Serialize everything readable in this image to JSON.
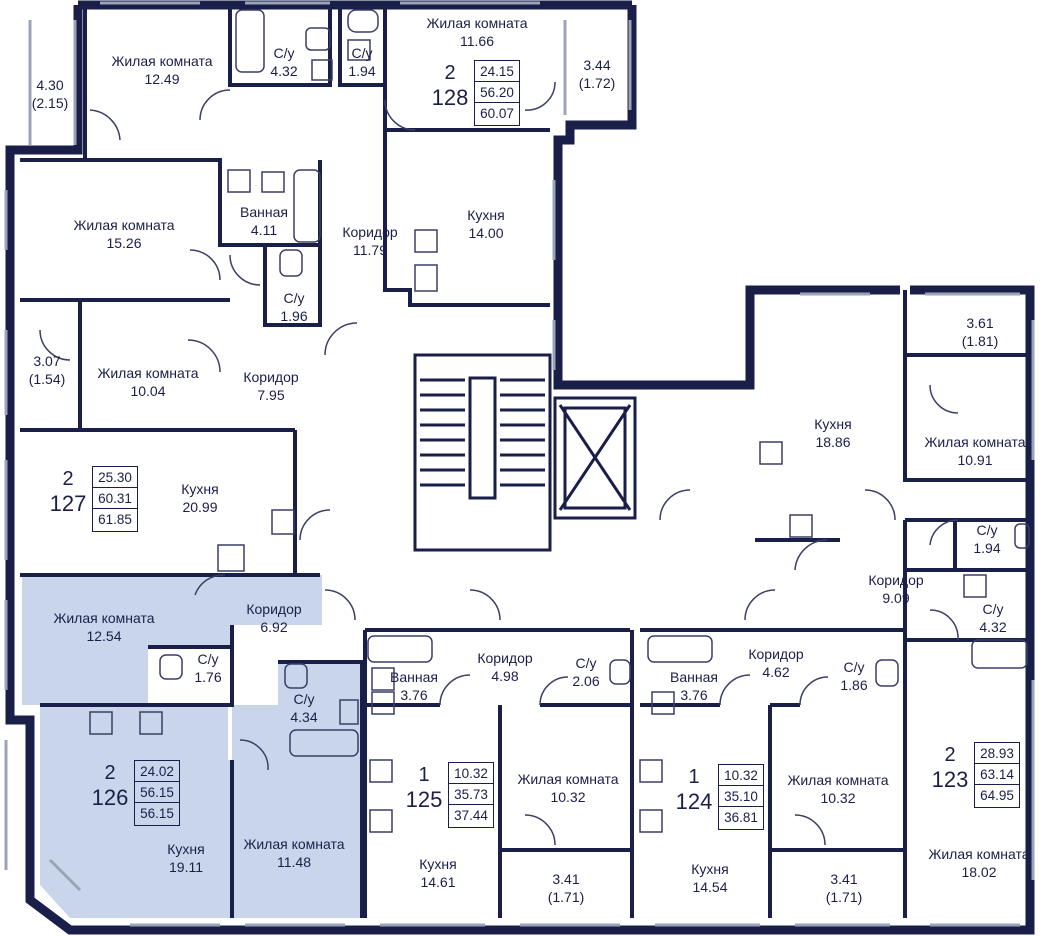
{
  "colors": {
    "wall": "#1a1f4a",
    "line": "#3a3f66",
    "highlight": "#c9d5ea",
    "window": "#9aa3b8"
  },
  "apartments": [
    {
      "id": "apt-128",
      "rooms": "2",
      "number": "128",
      "areas": [
        "24.15",
        "56.20",
        "60.07"
      ]
    },
    {
      "id": "apt-127",
      "rooms": "2",
      "number": "127",
      "areas": [
        "25.30",
        "60.31",
        "61.85"
      ]
    },
    {
      "id": "apt-126",
      "rooms": "2",
      "number": "126",
      "areas": [
        "24.02",
        "56.15",
        "56.15"
      ]
    },
    {
      "id": "apt-125",
      "rooms": "1",
      "number": "125",
      "areas": [
        "10.32",
        "35.73",
        "37.44"
      ]
    },
    {
      "id": "apt-124",
      "rooms": "1",
      "number": "124",
      "areas": [
        "10.32",
        "35.10",
        "36.81"
      ]
    },
    {
      "id": "apt-123",
      "rooms": "2",
      "number": "123",
      "areas": [
        "28.93",
        "63.14",
        "64.95"
      ]
    }
  ],
  "rooms": [
    {
      "name": "Жилая комната",
      "area": "12.49"
    },
    {
      "name": "С/у",
      "area": "4.32"
    },
    {
      "name": "С/у",
      "area": "1.94"
    },
    {
      "name": "Жилая комната",
      "area": "11.66"
    },
    {
      "name": "",
      "area": "4.30",
      "sub": "(2.15)"
    },
    {
      "name": "",
      "area": "3.44",
      "sub": "(1.72)"
    },
    {
      "name": "Жилая комната",
      "area": "15.26"
    },
    {
      "name": "Ванная",
      "area": "4.11"
    },
    {
      "name": "Коридор",
      "area": "11.79"
    },
    {
      "name": "Кухня",
      "area": "14.00"
    },
    {
      "name": "С/у",
      "area": "1.96"
    },
    {
      "name": "",
      "area": "3.07",
      "sub": "(1.54)"
    },
    {
      "name": "Жилая комната",
      "area": "10.04"
    },
    {
      "name": "Коридор",
      "area": "7.95"
    },
    {
      "name": "Кухня",
      "area": "20.99"
    },
    {
      "name": "Жилая комната",
      "area": "12.54"
    },
    {
      "name": "Коридор",
      "area": "6.92"
    },
    {
      "name": "С/у",
      "area": "1.76"
    },
    {
      "name": "С/у",
      "area": "4.34"
    },
    {
      "name": "Кухня",
      "area": "19.11"
    },
    {
      "name": "Жилая комната",
      "area": "11.48"
    },
    {
      "name": "Ванная",
      "area": "3.76"
    },
    {
      "name": "Коридор",
      "area": "4.98"
    },
    {
      "name": "С/у",
      "area": "2.06"
    },
    {
      "name": "Жилая комната",
      "area": "10.32"
    },
    {
      "name": "Кухня",
      "area": "14.61"
    },
    {
      "name": "",
      "area": "3.41",
      "sub": "(1.71)"
    },
    {
      "name": "Ванная",
      "area": "3.76"
    },
    {
      "name": "Коридор",
      "area": "4.62"
    },
    {
      "name": "С/у",
      "area": "1.86"
    },
    {
      "name": "Жилая комната",
      "area": "10.32"
    },
    {
      "name": "Кухня",
      "area": "14.54"
    },
    {
      "name": "",
      "area": "3.41",
      "sub": "(1.71)"
    },
    {
      "name": "Кухня",
      "area": "18.86"
    },
    {
      "name": "",
      "area": "3.61",
      "sub": "(1.81)"
    },
    {
      "name": "Жилая комната",
      "area": "10.91"
    },
    {
      "name": "С/у",
      "area": "1.94"
    },
    {
      "name": "Коридор",
      "area": "9.09"
    },
    {
      "name": "С/у",
      "area": "4.32"
    },
    {
      "name": "Жилая комната",
      "area": "18.02"
    }
  ]
}
